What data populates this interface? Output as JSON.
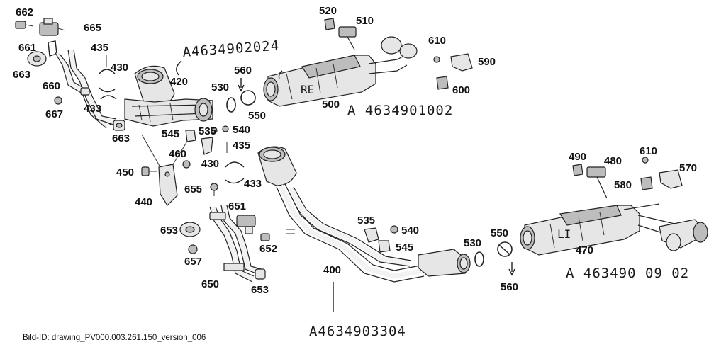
{
  "caption": "Bild-ID: drawing_PV000.003.261.150_version_006",
  "handwritten": {
    "pipe_front": "A4634902024",
    "muffler_right": "A 4634901002",
    "muffler_left": "A 463490 09 02",
    "pipe_center": "A4634903304",
    "mark_right": "RE",
    "mark_left": "LI"
  },
  "callouts": {
    "p662": "662",
    "p665": "665",
    "p661": "661",
    "p663a": "663",
    "p660": "660",
    "p667": "667",
    "p663b": "663",
    "p435a": "435",
    "p430a": "430",
    "p433a": "433",
    "p420": "420",
    "p560a": "560",
    "p530a": "530",
    "p550a": "550",
    "p520": "520",
    "p510": "510",
    "p500": "500",
    "p610a": "610",
    "p590": "590",
    "p600": "600",
    "p545a": "545",
    "p535a": "535",
    "p540a": "540",
    "p435b": "435",
    "p430b": "430",
    "p433b": "433",
    "p460": "460",
    "p450": "450",
    "p440": "440",
    "p655": "655",
    "p651": "651",
    "p653a": "653",
    "p652": "652",
    "p657": "657",
    "p650": "650",
    "p653b": "653",
    "p400": "400",
    "p535b": "535",
    "p540b": "540",
    "p545b": "545",
    "p530b": "530",
    "p550b": "550",
    "p560b": "560",
    "p470": "470",
    "p490": "490",
    "p480": "480",
    "p610b": "610",
    "p570": "570",
    "p580": "580"
  }
}
